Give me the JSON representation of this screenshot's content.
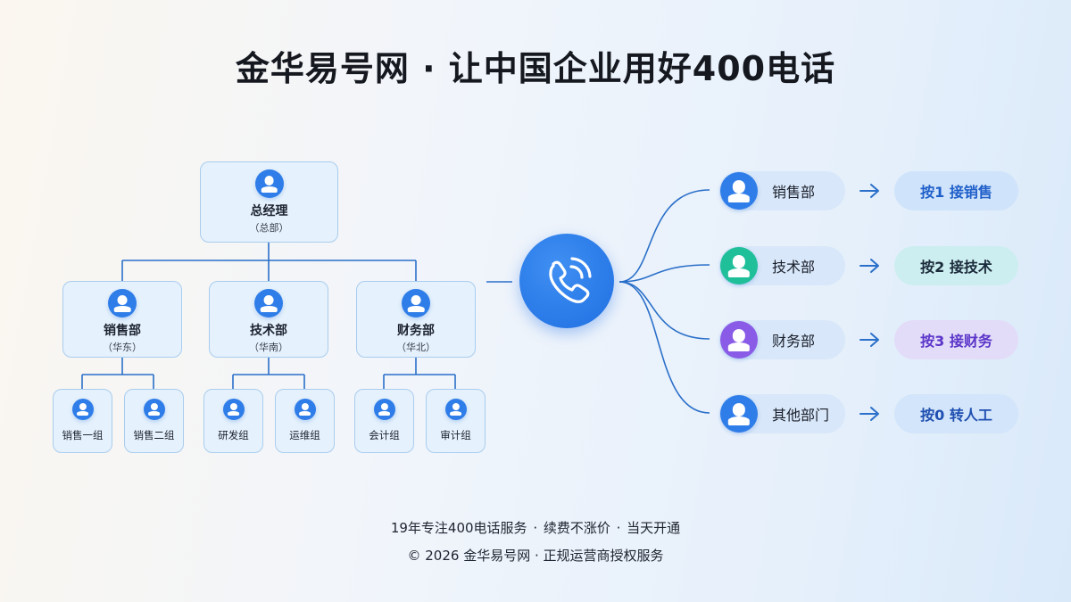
{
  "title": "金华易号网 · 让中国企业用好400电话",
  "org_chart": {
    "root": {
      "name": "总经理",
      "sub": "（总部）"
    },
    "departments": [
      {
        "name": "销售部",
        "sub": "（华东）",
        "teams": [
          "销售一组",
          "销售二组"
        ]
      },
      {
        "name": "技术部",
        "sub": "（华南）",
        "teams": [
          "研发组",
          "运维组"
        ]
      },
      {
        "name": "财务部",
        "sub": "（华北）",
        "teams": [
          "会计组",
          "审计组"
        ]
      }
    ]
  },
  "hub": {
    "icon": "phone-icon"
  },
  "routes": [
    {
      "dept": "销售部",
      "key": "按1 接销售",
      "color": "#2f7de8",
      "pill_bg": "#cfe3fb",
      "key_color": "#1f5fc9"
    },
    {
      "dept": "技术部",
      "key": "按2 接技术",
      "color": "#1fbf9a",
      "pill_bg": "#cdeef0",
      "key_color": "#1a2a3a"
    },
    {
      "dept": "财务部",
      "key": "按3 接财务",
      "color": "#8a5be6",
      "pill_bg": "#e2dcf8",
      "key_color": "#5b34c9"
    },
    {
      "dept": "其他部门",
      "key": "按0 转人工",
      "color": "#2f7de8",
      "pill_bg": "#d3e5fb",
      "key_color": "#1f4fb0"
    }
  ],
  "footer": {
    "line1": "19年专注400电话服务  ·  续费不涨价  ·  当天开通",
    "line2": "© 2026 金华易号网 · 正规运营商授权服务"
  }
}
